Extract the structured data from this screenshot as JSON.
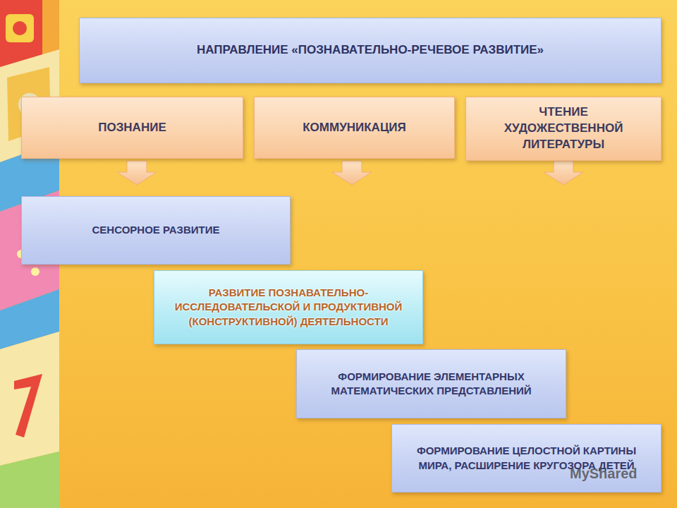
{
  "diagram": {
    "nodes": [
      {
        "text": [
          "НАПРАВЛЕНИЕ «ПОЗНАВАТЕЛЬНО-РЕЧЕВОЕ РАЗВИТИЕ»"
        ]
      },
      {
        "text": [
          "ПОЗНАНИЕ"
        ]
      },
      {
        "text": [
          "КОММУНИКАЦИЯ"
        ]
      },
      {
        "text": [
          "ЧТЕНИЕ ХУДОЖЕСТВЕННОЙ ЛИТЕРАТУРЫ"
        ]
      },
      {
        "text": [
          "СЕНСОРНОЕ РАЗВИТИЕ"
        ]
      },
      {
        "text": [
          "РАЗВИТИЕ ПОЗНАВАТЕЛЬНО-ИССЛЕДОВАТЕЛЬСКОЙ И ПРОДУКТИВНОЙ (КОНСТРУКТИВНОЙ) ДЕЯТЕЛЬНОСТИ"
        ]
      },
      {
        "text": [
          "ФОРМИРОВАНИЕ ЭЛЕМЕНТАРНЫХ МАТЕМАТИЧЕСКИХ ПРЕДСТАВЛЕНИЙ"
        ]
      },
      {
        "text": [
          "ФОРМИРОВАНИЕ ЦЕЛОСТНОЙ КАРТИНЫ МИРА, РАСШИРЕНИЕ КРУГОЗОРА ДЕТЕЙ"
        ]
      }
    ],
    "labels": [
      "MyShared"
    ]
  }
}
